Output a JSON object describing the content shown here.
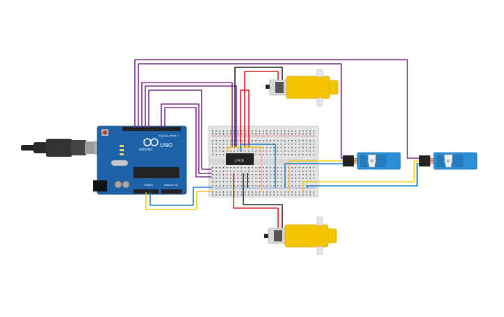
{
  "arduino": {
    "brand_label": "ARDUINO",
    "model_label": "UNO",
    "digital_label": "DIGITAL (PWM~)",
    "power_label": "POWER",
    "analog_label": "ANALOG IN"
  },
  "ic": {
    "label": "L293D"
  },
  "colors": {
    "wire_purple": "#7b2d8e",
    "wire_black": "#222222",
    "wire_red": "#d42020",
    "wire_yellow": "#f2c81a",
    "wire_blue": "#1e7fc8",
    "board_blue": "#1d62a8",
    "motor_yellow": "#f5c400",
    "servo_blue": "#2a8fd6",
    "breadboard": "#e3e3e3"
  }
}
